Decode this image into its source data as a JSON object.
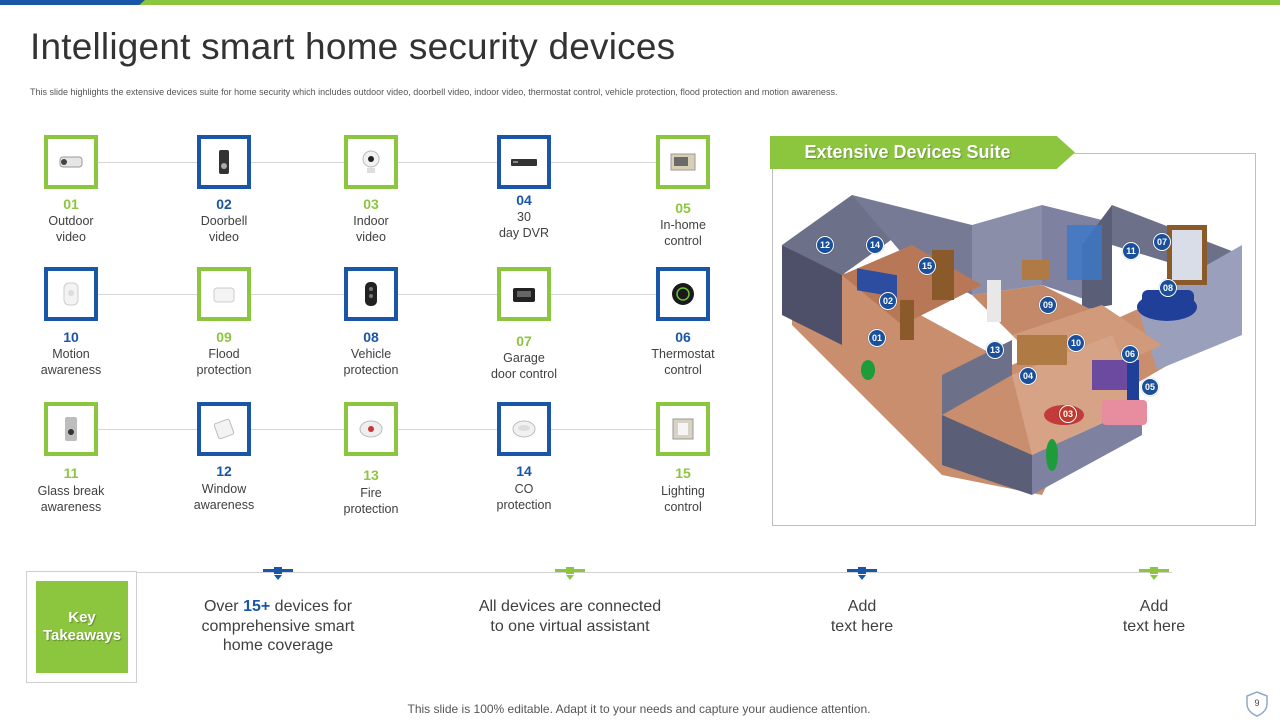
{
  "header": {
    "title": "Intelligent smart home security devices",
    "subtitle": "This slide highlights the extensive devices suite for home security which includes outdoor video, doorbell video, indoor video, thermostat control, vehicle protection, flood protection and motion  awareness."
  },
  "devices": [
    {
      "num": "01",
      "label": "Outdoor\nvideo",
      "color": "green",
      "icon": "outdoor-camera-icon"
    },
    {
      "num": "02",
      "label": "Doorbell\nvideo",
      "color": "blue",
      "icon": "doorbell-icon"
    },
    {
      "num": "03",
      "label": "Indoor\nvideo",
      "color": "green",
      "icon": "indoor-camera-icon"
    },
    {
      "num": "04",
      "label": "30\nday DVR",
      "color": "blue",
      "icon": "dvr-icon"
    },
    {
      "num": "05",
      "label": "In-home\ncontrol",
      "color": "green",
      "icon": "control-panel-icon"
    },
    {
      "num": "10",
      "label": "Motion\nawareness",
      "color": "blue",
      "icon": "motion-sensor-icon"
    },
    {
      "num": "09",
      "label": "Flood\nprotection",
      "color": "green",
      "icon": "flood-sensor-icon"
    },
    {
      "num": "08",
      "label": "Vehicle\nprotection",
      "color": "blue",
      "icon": "car-key-icon"
    },
    {
      "num": "07",
      "label": "Garage\ndoor control",
      "color": "green",
      "icon": "garage-controller-icon"
    },
    {
      "num": "06",
      "label": "Thermostat\ncontrol",
      "color": "blue",
      "icon": "thermostat-icon"
    },
    {
      "num": "11",
      "label": "Glass break\nawareness",
      "color": "green",
      "icon": "glass-break-sensor-icon"
    },
    {
      "num": "12",
      "label": "Window\nawareness",
      "color": "blue",
      "icon": "window-sensor-icon"
    },
    {
      "num": "13",
      "label": "Fire\nprotection",
      "color": "green",
      "icon": "smoke-detector-icon"
    },
    {
      "num": "14",
      "label": "CO\nprotection",
      "color": "blue",
      "icon": "co-detector-icon"
    },
    {
      "num": "15",
      "label": "Lighting\ncontrol",
      "color": "green",
      "icon": "light-switch-icon"
    }
  ],
  "suite": {
    "title": "Extensive Devices Suite",
    "pins": [
      "12",
      "14",
      "15",
      "02",
      "01",
      "09",
      "11",
      "07",
      "08",
      "13",
      "10",
      "06",
      "04",
      "05",
      "03"
    ]
  },
  "takeaways": {
    "label_line1": "Key",
    "label_line2": "Takeaways",
    "items": [
      {
        "pre": "Over ",
        "highlight": "15+",
        "post": " devices for comprehensive smart home coverage",
        "color": "blue"
      },
      {
        "text": "All devices are connected to one virtual assistant",
        "color": "green"
      },
      {
        "text": "Add\ntext here",
        "color": "blue"
      },
      {
        "text": "Add\ntext here",
        "color": "green"
      }
    ]
  },
  "footer": {
    "text": "This slide is 100% editable. Adapt it to your  needs and capture your audience attention.",
    "page": "9"
  },
  "colors": {
    "green": "#8cc63f",
    "blue": "#1a56a8"
  }
}
